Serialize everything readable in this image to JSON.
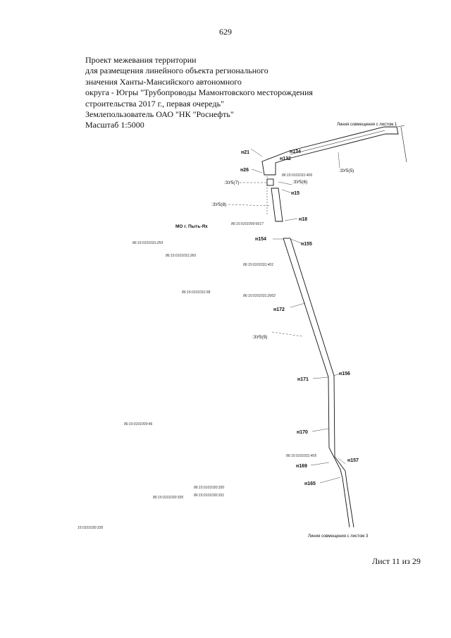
{
  "page_number": "629",
  "title_lines": [
    "Проект межевания территории",
    "для размещения линейного объекта регионального",
    "значения Ханты-Мансийского автономного",
    "округа - Югры \"Трубопроводы Мамонтовского месторождения",
    "строительства 2017 г., первая очередь\"",
    "Землепользователь ОАО \"НК \"Роснефть\"",
    "Масштаб 1:5000"
  ],
  "map": {
    "line_refs": {
      "top": "Линия совмещения с листом 1",
      "bottom": "Линия совмещения с листом 3"
    },
    "municipality": "МО г. Пыть-Ях",
    "points": {
      "n21": "н21",
      "n134": "н134",
      "n132": "н132",
      "n26": "н26",
      "n15": "н15",
      "n18": "н18",
      "n154": "н154",
      "n155": "н155",
      "n172": "н172",
      "n156": "н156",
      "n171": "н171",
      "n170": "н170",
      "n157": "н157",
      "n169": "н169",
      "n165": "н165"
    },
    "parcels": {
      "zu5_5": ":ЗУ5(5)",
      "zu5_6": ":ЗУ5(6)",
      "zu5_7": ":ЗУ5(7)",
      "zu5_8": ":ЗУ5(8)",
      "zu5_9": ":ЗУ5(9)"
    },
    "cadastral": {
      "c406": "86:15:0101031:406",
      "c6017": "86:15:0101000:6017",
      "c259": "86:15:0101031:259",
      "c260": "86:15:0101031:260",
      "c401": "86:15:0101031:401",
      "c58": "86:15:0101031:58",
      "c2002": "86:15:0101031:2002",
      "c46": "86:15:0101000:46",
      "c405": "86:15:0101031:405",
      "c330": "86:15:0101030:330",
      "c331": "86:15:0101030:331",
      "c335": "86:15:0101030:335",
      "c335b": "15:0101030:335"
    }
  },
  "sheet_footer": "Лист 11 из 29"
}
